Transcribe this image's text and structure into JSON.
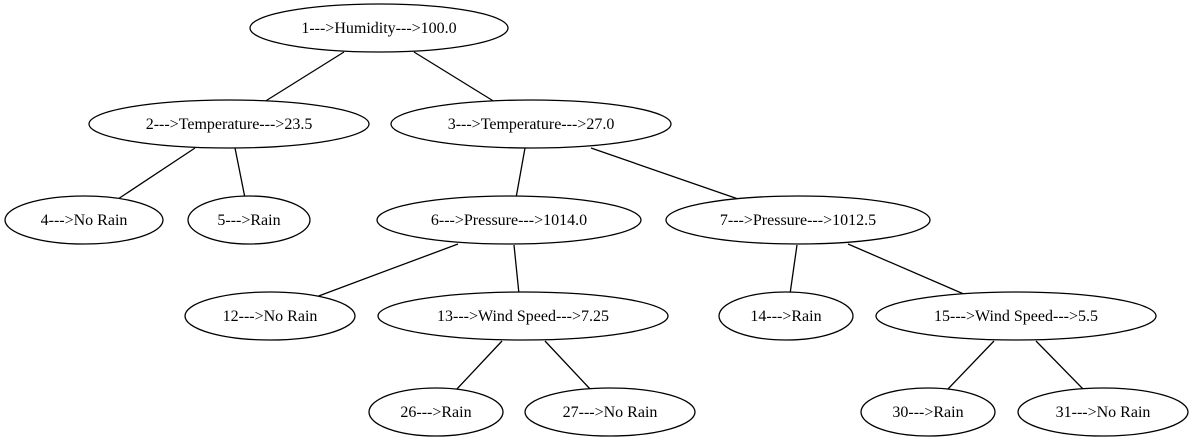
{
  "nodes": {
    "n1": "1--->Humidity--->100.0",
    "n2": "2--->Temperature--->23.5",
    "n3": "3--->Temperature--->27.0",
    "n4": "4--->No Rain",
    "n5": "5--->Rain",
    "n6": "6--->Pressure--->1014.0",
    "n7": "7--->Pressure--->1012.5",
    "n12": "12--->No Rain",
    "n13": "13--->Wind Speed--->7.25",
    "n14": "14--->Rain",
    "n15": "15--->Wind Speed--->5.5",
    "n26": "26--->Rain",
    "n27": "27--->No Rain",
    "n30": "30--->Rain",
    "n31": "31--->No Rain"
  },
  "edges": [
    [
      "n1",
      "n2"
    ],
    [
      "n1",
      "n3"
    ],
    [
      "n2",
      "n4"
    ],
    [
      "n2",
      "n5"
    ],
    [
      "n3",
      "n6"
    ],
    [
      "n3",
      "n7"
    ],
    [
      "n6",
      "n12"
    ],
    [
      "n6",
      "n13"
    ],
    [
      "n7",
      "n14"
    ],
    [
      "n7",
      "n15"
    ],
    [
      "n13",
      "n26"
    ],
    [
      "n13",
      "n27"
    ],
    [
      "n15",
      "n30"
    ],
    [
      "n15",
      "n31"
    ]
  ]
}
